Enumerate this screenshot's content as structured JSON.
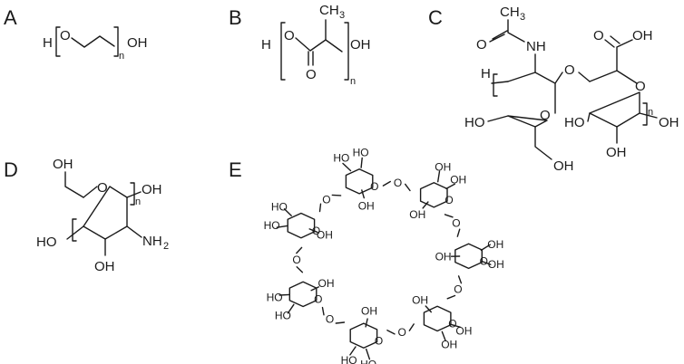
{
  "panels": {
    "a": {
      "letter": "A",
      "labels": {
        "h": "H",
        "o": "O",
        "oh": "OH",
        "n": "n"
      }
    },
    "b": {
      "letter": "B",
      "labels": {
        "h": "H",
        "o_ring": "O",
        "o_carbonyl": "O",
        "ch": "CH",
        "three": "3",
        "oh": "OH",
        "n": "n"
      }
    },
    "c": {
      "letter": "C",
      "labels": {
        "ch": "CH",
        "three": "3",
        "o_acetyl": "O",
        "nh": "NH",
        "h": "H",
        "o_link": "O",
        "oh_acid": "OH",
        "o_acid": "O",
        "o_ring1": "O",
        "o_ring2": "O",
        "ho1": "HO",
        "oh_bottom": "OH",
        "ho2": "HO",
        "oh_right": "OH",
        "n": "n"
      }
    },
    "d": {
      "letter": "D",
      "labels": {
        "oh_top": "OH",
        "o_ring": "O",
        "oh_right": "OH",
        "n": "n",
        "ho": "HO",
        "nh": "NH",
        "two": "2",
        "oh_bottom": "OH"
      }
    },
    "e": {
      "letter": "E",
      "hydroxyl_label": "OH",
      "hydroxyl_label_left": "HO",
      "ring_oxygen": "O"
    }
  }
}
